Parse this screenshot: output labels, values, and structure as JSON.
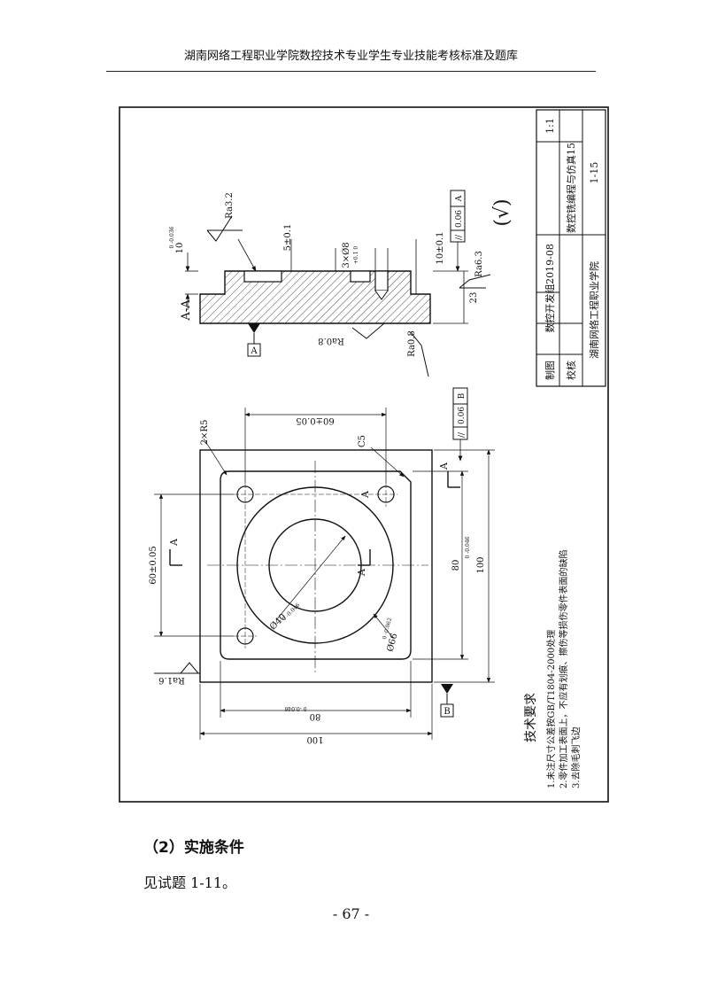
{
  "header": {
    "title": "湖南网络工程职业学院数控技术专业学生专业技能考核标准及题库"
  },
  "drawing": {
    "section_label": "A-A",
    "title_block": {
      "scale": "1:1",
      "part_name": "数控铣编程与仿真15",
      "drawing_no": "1-15",
      "drafted_label": "制图",
      "drafted_by": "数控开发组",
      "date": "2019-08",
      "check_label": "校核",
      "school": "湖南网络工程职业学院"
    },
    "dimensions": {
      "d_10": "10",
      "d_10_tol": "0 -0.036",
      "d_5": "5±0.1",
      "d_holes": "3×Ø8",
      "d_holes_tol": "+0.1 0",
      "d_10b": "10±0.1",
      "d_23": "23",
      "d_60_top": "60±0.05",
      "d_60_left": "60±0.05",
      "d_80_right": "80",
      "d_80_right_tol": "0 -0.046",
      "d_100_right": "100",
      "d_80_bottom": "80",
      "d_80_bottom_tol": "0 -0.046",
      "d_100_bottom": "100",
      "d_phi40": "Ø40",
      "d_phi40_tol": "0 -0.046",
      "d_phi66": "Ø66",
      "d_phi66_tol": "0 -0.062",
      "r5": "2×R5",
      "c5": "C5"
    },
    "roughness": {
      "ra32": "Ra3.2",
      "ra63": "Ra6.3",
      "ra08a": "Ra0.8",
      "ra08b": "Ra0.8",
      "ra16": "Ra1.6"
    },
    "tolerance_frames": {
      "top": {
        "symbol": "//",
        "value": "0.06",
        "datum": "A"
      },
      "bottom": {
        "symbol": "//",
        "value": "0.06",
        "datum": "B"
      }
    },
    "datums": {
      "a": "A",
      "b": "B"
    },
    "section_marks": {
      "a1": "A",
      "a2": "A",
      "a3": "A",
      "a4": "A"
    },
    "tech_req": {
      "title": "技术要求",
      "items": [
        "1.未注尺寸公差按GB/T1804-2000处理",
        "2.零件加工表面上，不应有划痕、擦伤等损伤零件表面的缺陷",
        "3.去除毛刺飞边"
      ]
    }
  },
  "section": {
    "heading": "（2）实施条件",
    "body": "见试题 1-11。"
  },
  "page": {
    "number": "- 67 -"
  }
}
